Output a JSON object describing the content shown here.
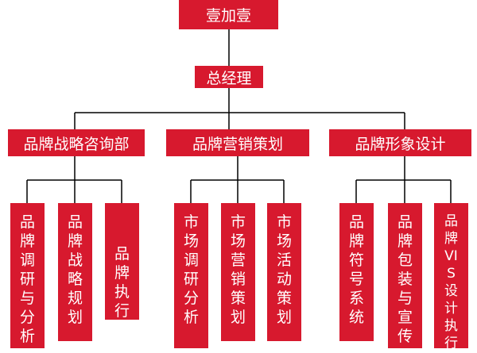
{
  "root": "壹加壹",
  "gm": "总经理",
  "departments": [
    {
      "name": "品牌战略咨询部",
      "children": [
        "品牌调研与分析",
        "品牌战略规划",
        "品牌执行"
      ]
    },
    {
      "name": "品牌营销策划",
      "children": [
        "市场调研分析",
        "市场营销策划",
        "市场活动策划"
      ]
    },
    {
      "name": "品牌形象设计",
      "children": [
        "品牌符号系统",
        "品牌包装与宣传",
        "品牌VIS设计执行"
      ]
    }
  ],
  "colors": {
    "node": "#d7192e",
    "line": "#000000"
  }
}
